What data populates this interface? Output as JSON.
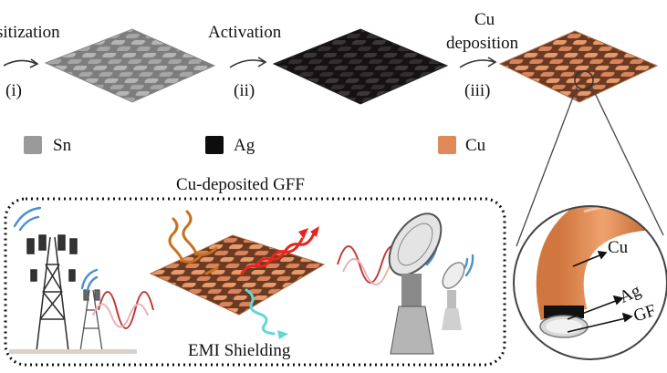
{
  "steps": [
    {
      "label": "sitization",
      "marker": "(i)"
    },
    {
      "label": "Activation",
      "marker": "(ii)"
    },
    {
      "label_line1": "Cu",
      "label_line2": "deposition",
      "marker": "(iii)"
    }
  ],
  "legend": [
    {
      "label": "Sn",
      "color": "#9a9a9a"
    },
    {
      "label": "Ag",
      "color": "#0d0d0d"
    },
    {
      "label": "Cu",
      "color": "#e2895a"
    }
  ],
  "panel": {
    "title": "Cu-deposited GFF",
    "caption": "EMI Shielding"
  },
  "zoom": {
    "labels": [
      "Cu",
      "Ag",
      "GF"
    ]
  },
  "colors": {
    "tin": "#9a9a9a",
    "silver": "#2a2527",
    "copper": "#e2895a",
    "wave_red": "#e8241e",
    "wave_orange": "#c87020",
    "wave_cyan": "#5fd8d8",
    "wave_blue": "#4a8fd0"
  }
}
